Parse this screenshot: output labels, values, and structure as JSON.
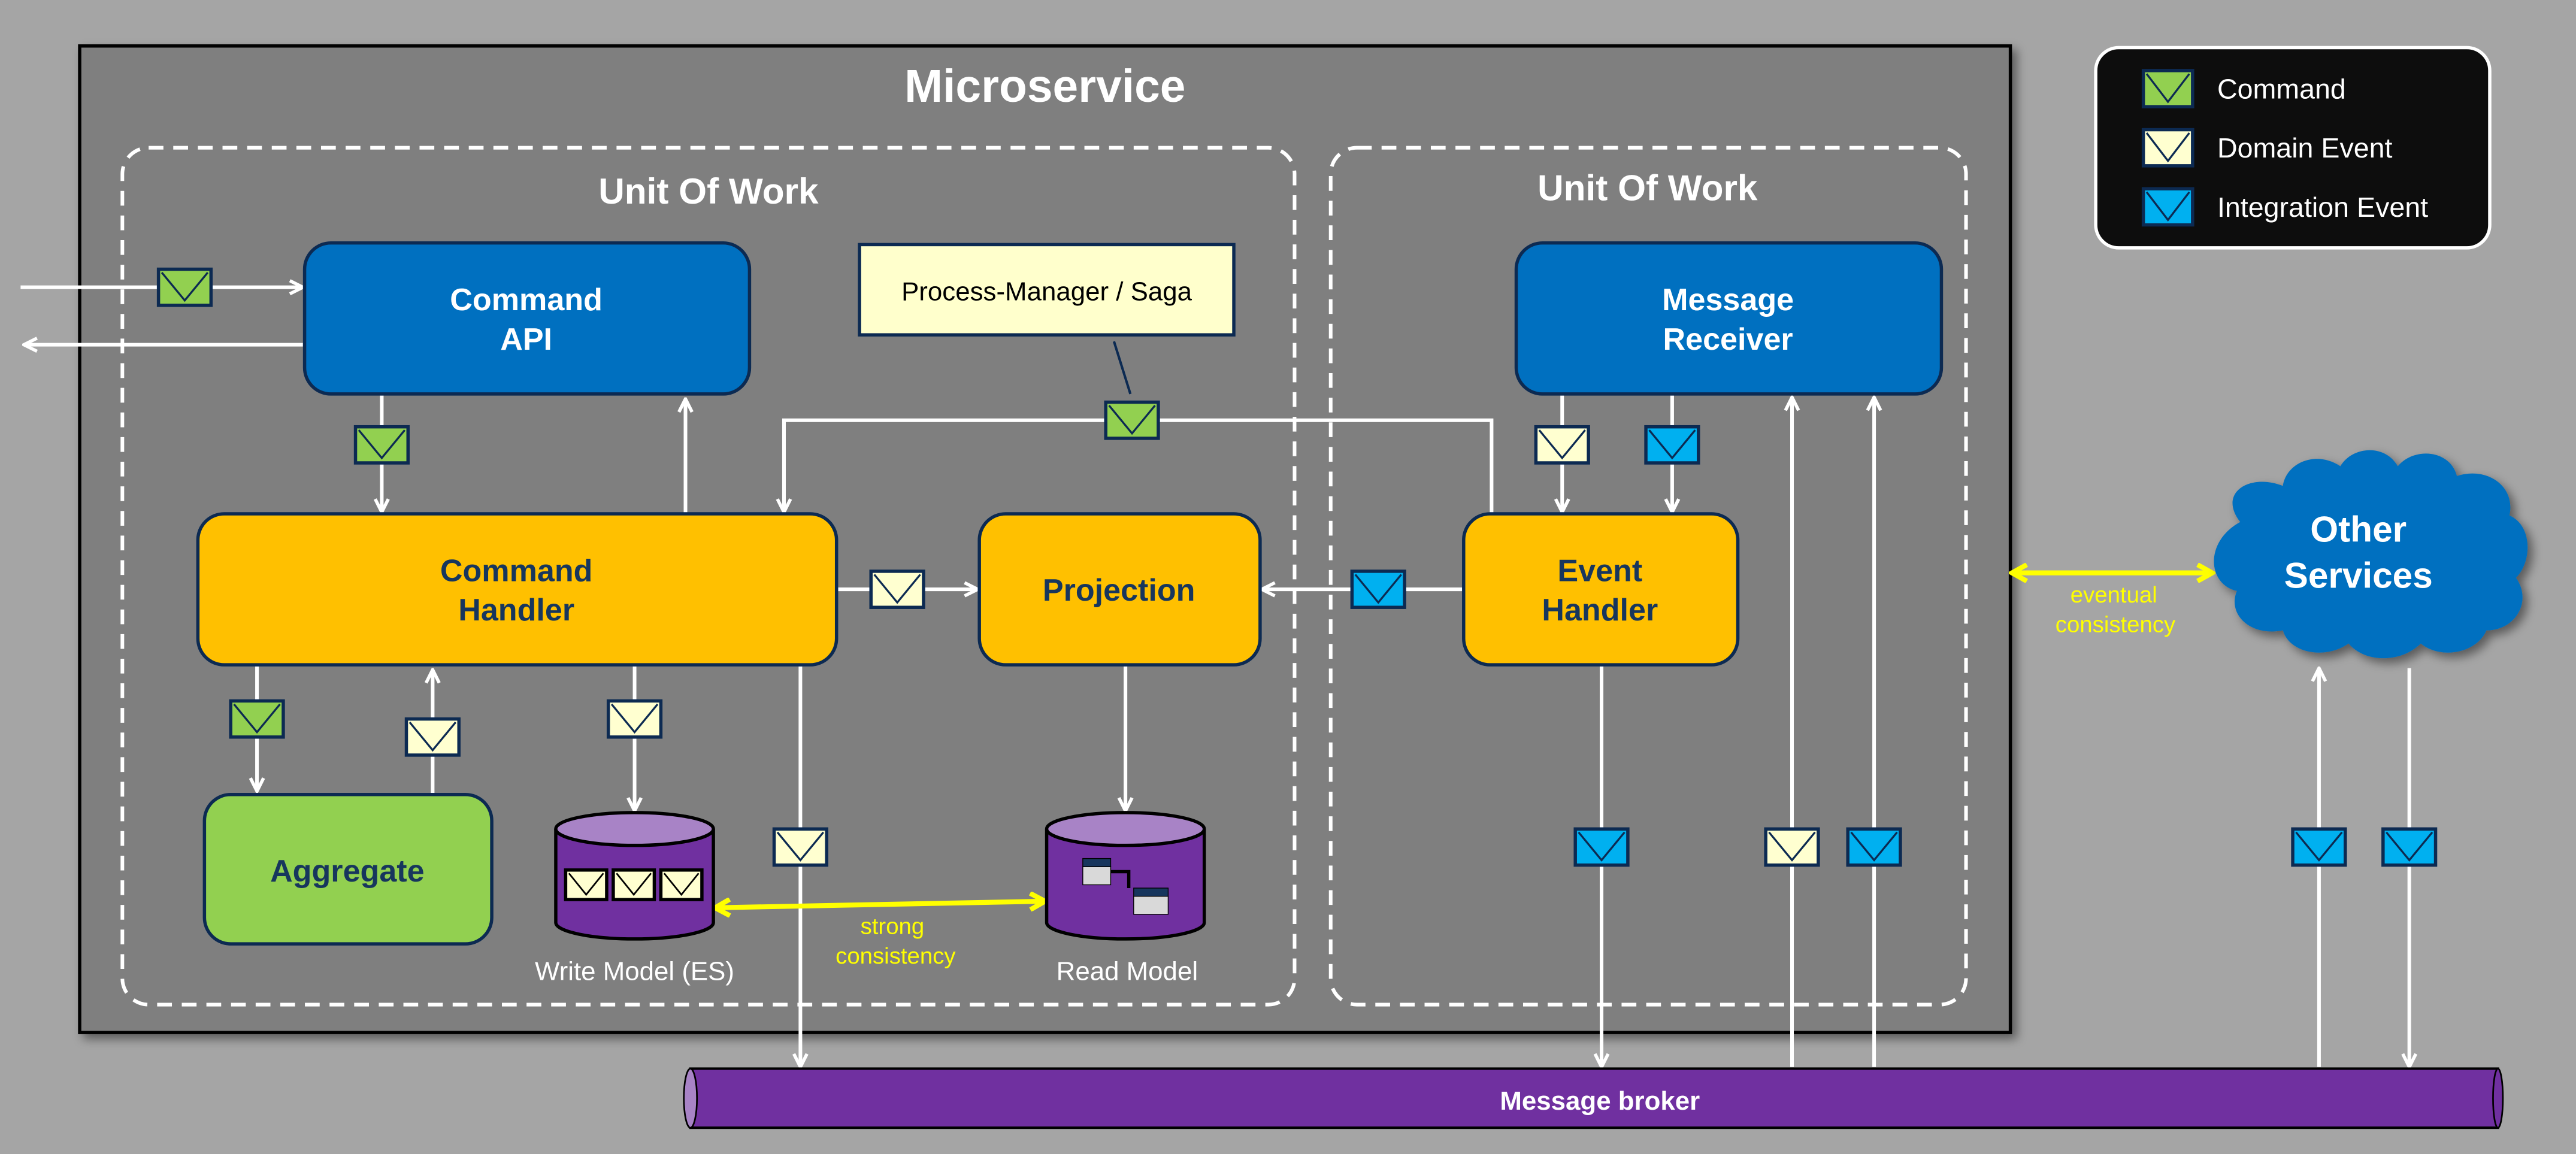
{
  "colors": {
    "background": "#a5a5a5",
    "microservice_bg": "#7f7f7f",
    "api_blue": "#0070c0",
    "handler_yellow": "#ffc000",
    "aggregate_green": "#92d050",
    "db_purple": "#7030a0",
    "db_top": "#a883c6",
    "saga_bg": "#ffffcc",
    "outline_navy": "#0c2a52",
    "command_msg": "#92d050",
    "domain_event_msg": "#ffffd0",
    "integration_event_msg": "#00b0f0",
    "consistency_yellow": "#ffff00",
    "legend_bg": "#0d0d0d"
  },
  "microservice": {
    "title": "Microservice"
  },
  "units_of_work": [
    {
      "label": "Unit Of Work"
    },
    {
      "label": "Unit Of Work"
    }
  ],
  "components": {
    "command_api": {
      "line1": "Command",
      "line2": "API"
    },
    "process_manager": {
      "label": "Process-Manager / Saga"
    },
    "message_receiver": {
      "line1": "Message",
      "line2": "Receiver"
    },
    "command_handler": {
      "line1": "Command",
      "line2": "Handler"
    },
    "projection": {
      "label": "Projection"
    },
    "event_handler": {
      "line1": "Event",
      "line2": "Handler"
    },
    "aggregate": {
      "label": "Aggregate"
    },
    "write_model": {
      "label": "Write Model (ES)"
    },
    "read_model": {
      "label": "Read Model"
    },
    "other_services": {
      "line1": "Other",
      "line2": "Services"
    },
    "message_broker": {
      "label": "Message broker"
    }
  },
  "annotations": {
    "strong_consistency": {
      "line1": "strong",
      "line2": "consistency"
    },
    "eventual_consistency": {
      "line1": "eventual",
      "line2": "consistency"
    }
  },
  "legend": {
    "items": [
      {
        "type": "command",
        "label": "Command",
        "icon": "envelope-icon"
      },
      {
        "type": "domain_event",
        "label": "Domain Event",
        "icon": "envelope-icon"
      },
      {
        "type": "integration_event",
        "label": "Integration Event",
        "icon": "envelope-icon"
      }
    ]
  },
  "messages": [
    {
      "id": "msg-incoming-command",
      "type": "command"
    },
    {
      "id": "msg-api-to-handler",
      "type": "command"
    },
    {
      "id": "msg-saga-command",
      "type": "command"
    },
    {
      "id": "msg-handler-to-aggregate",
      "type": "command"
    },
    {
      "id": "msg-aggregate-to-handler",
      "type": "domain_event"
    },
    {
      "id": "msg-handler-to-write-model",
      "type": "domain_event"
    },
    {
      "id": "msg-handler-to-projection",
      "type": "domain_event"
    },
    {
      "id": "msg-handler-to-broker",
      "type": "domain_event"
    },
    {
      "id": "msg-receiver-domain-event",
      "type": "domain_event"
    },
    {
      "id": "msg-receiver-integration-event",
      "type": "integration_event"
    },
    {
      "id": "msg-event-handler-to-projection",
      "type": "integration_event"
    },
    {
      "id": "msg-event-handler-to-broker",
      "type": "integration_event"
    },
    {
      "id": "msg-broker-domain-event-in",
      "type": "domain_event"
    },
    {
      "id": "msg-broker-integration-event-in",
      "type": "integration_event"
    },
    {
      "id": "msg-other-services-out",
      "type": "integration_event"
    },
    {
      "id": "msg-other-services-in",
      "type": "integration_event"
    }
  ]
}
